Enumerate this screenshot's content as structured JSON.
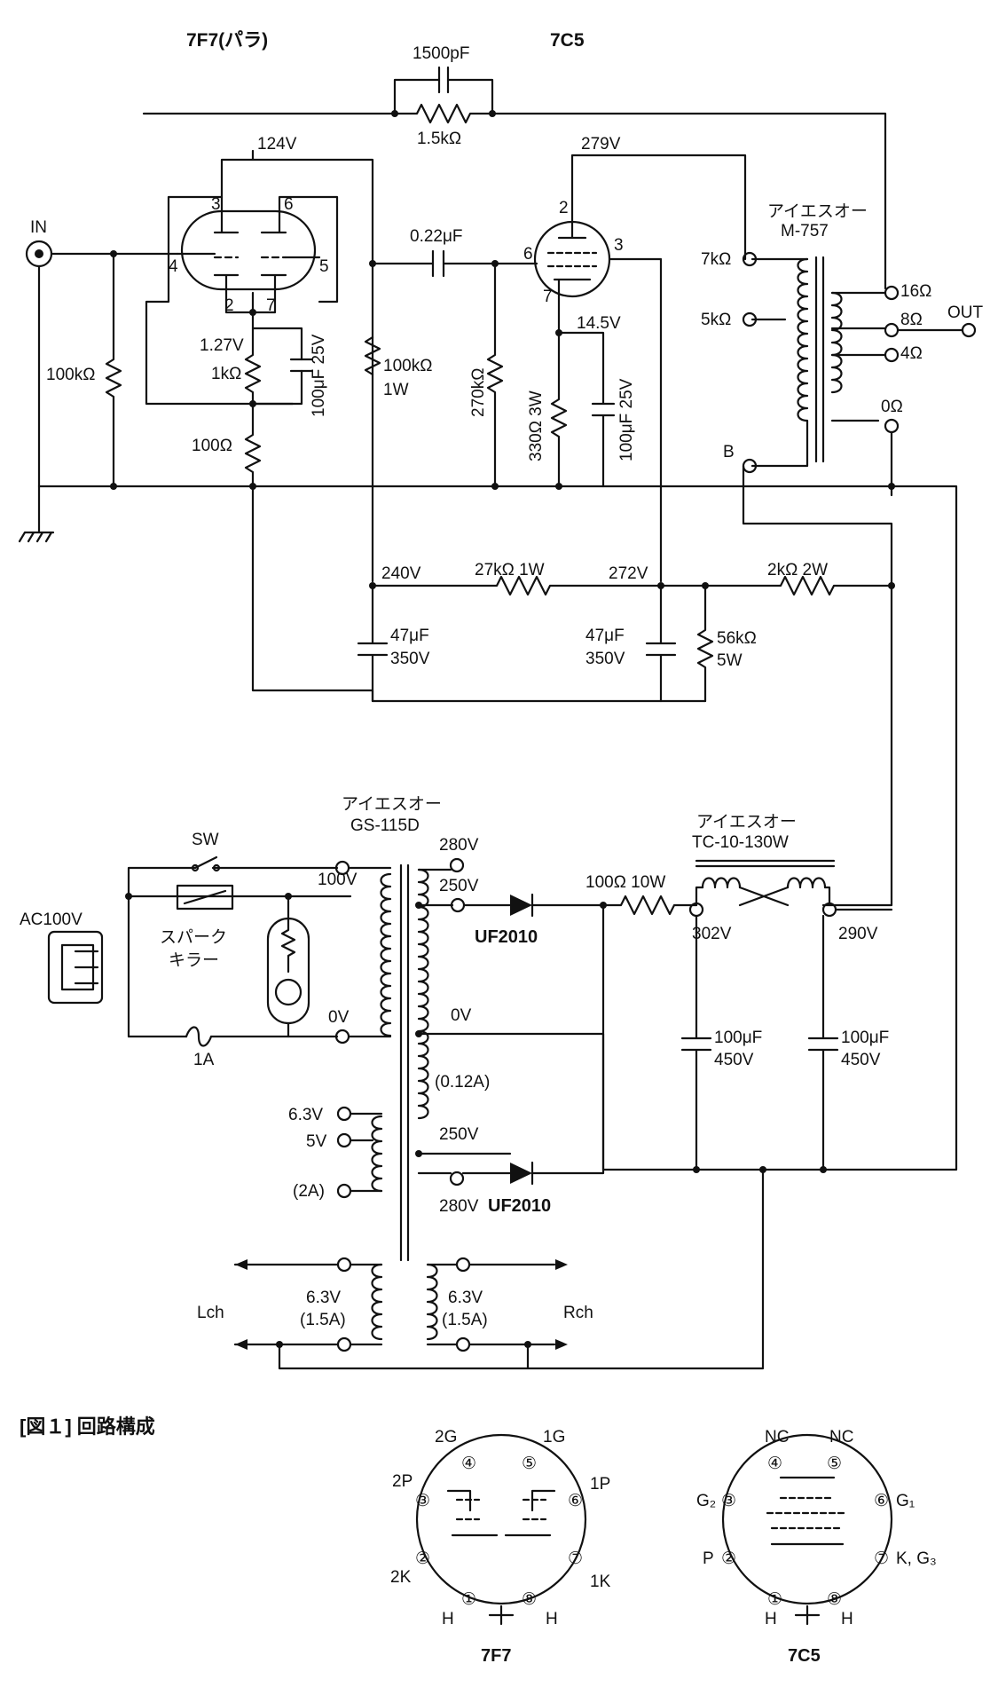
{
  "tubes": {
    "driver": "7F7(パラ)",
    "output": "7C5"
  },
  "feedback": {
    "cap": "1500pF",
    "res": "1.5kΩ"
  },
  "voltages": {
    "v124": "124V",
    "v279": "279V",
    "v127": "1.27V",
    "v145": "14.5V",
    "v240": "240V",
    "v272": "272V",
    "v302": "302V",
    "v290": "290V"
  },
  "pins": {
    "p3": "3",
    "p6": "6",
    "p4": "4",
    "p5": "5",
    "p2": "2",
    "p7": "7",
    "o2": "2",
    "o6": "6",
    "o3": "3",
    "o7": "7"
  },
  "input": {
    "in": "IN",
    "r_grid": "100kΩ"
  },
  "driver_parts": {
    "rk": "1kΩ",
    "ck": "100μF 25V",
    "rfb": "100Ω",
    "rl_a": "100kΩ",
    "rl_b": "1W"
  },
  "coupling": {
    "cc": "0.22μF",
    "rg": "270kΩ"
  },
  "output_parts": {
    "rk": "330Ω 3W",
    "ck": "100μF 25V"
  },
  "output_transformer": {
    "maker": "アイエスオー",
    "model": "M-757",
    "p7k": "7kΩ",
    "p5k": "5kΩ",
    "b": "B",
    "s16": "16Ω",
    "s8": "8Ω",
    "s4": "4Ω",
    "s0": "0Ω",
    "out": "OUT"
  },
  "decoupling": {
    "r27k": "27kΩ 1W",
    "r2k": "2kΩ 2W",
    "c1a": "47μF",
    "c1b": "350V",
    "c2a": "47μF",
    "c2b": "350V",
    "r56a": "56kΩ",
    "r56b": "5W"
  },
  "power_transformer": {
    "maker": "アイエスオー",
    "model": "GS-115D",
    "t280a": "280V",
    "t250a": "250V",
    "t100": "100V",
    "t0a": "0V",
    "t0b": "0V",
    "i012": "(0.12A)",
    "t250b": "250V",
    "t280b": "280V",
    "h63": "6.3V",
    "h5": "5V",
    "h2a": "(2A)",
    "hl_v": "6.3V",
    "hl_a": "(1.5A)",
    "hr_v": "6.3V",
    "hr_a": "(1.5A)",
    "lch": "Lch",
    "rch": "Rch"
  },
  "mains": {
    "sw": "SW",
    "ac": "AC100V",
    "spark1": "スパーク",
    "spark2": "キラー",
    "fuse": "1A"
  },
  "rectifier": {
    "d1": "UF2010",
    "d2": "UF2010",
    "rs": "100Ω 10W"
  },
  "choke": {
    "maker": "アイエスオー",
    "model": "TC-10-130W"
  },
  "filter": {
    "c1a": "100μF",
    "c1b": "450V",
    "c2a": "100μF",
    "c2b": "450V"
  },
  "caption": "[図１] 回路構成",
  "pinout_7f7": {
    "name": "7F7",
    "n1": "①",
    "n2": "②",
    "n3": "③",
    "n4": "④",
    "n5": "⑤",
    "n6": "⑥",
    "n7": "⑦",
    "n8": "⑧",
    "l2g": "2G",
    "l1g": "1G",
    "l2p": "2P",
    "l1p": "1P",
    "l2k": "2K",
    "l1k": "1K",
    "lh1": "H",
    "lh2": "H"
  },
  "pinout_7c5": {
    "name": "7C5",
    "n1": "①",
    "n2": "②",
    "n3": "③",
    "n4": "④",
    "n5": "⑤",
    "n6": "⑥",
    "n7": "⑦",
    "n8": "⑧",
    "lnc1": "NC",
    "lnc2": "NC",
    "lg2": "G₂",
    "lg1": "G₁",
    "lp": "P",
    "lkg3": "K, G₃",
    "lh1": "H",
    "lh2": "H"
  }
}
